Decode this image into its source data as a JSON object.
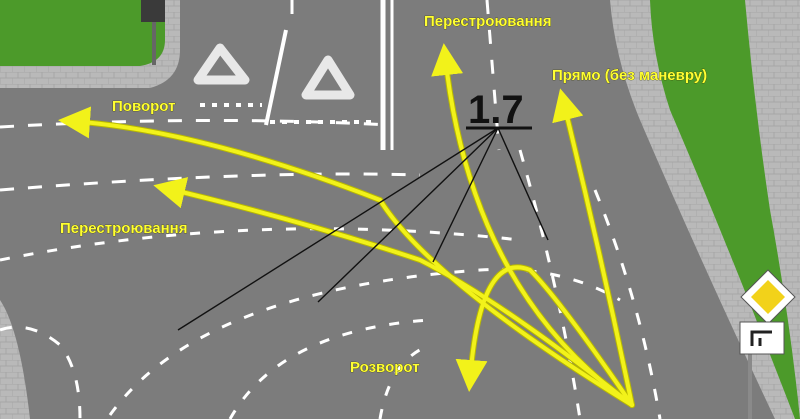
{
  "labels": {
    "lane_change_top": "Перестроювання",
    "straight": "Прямо (без маневру)",
    "turn": "Поворот",
    "lane_change_left": "Перестроювання",
    "u_turn": "Розворот",
    "marking": "1.7"
  },
  "colors": {
    "asphalt": "#7c7c7c",
    "grass": "#4c9a2a",
    "sidewalk": "#b9b9b9",
    "arrow": "#f2f21a",
    "arrow_outline": "#b8b800",
    "pointer": "#111111",
    "marking": "#ffffff"
  },
  "icons": {
    "yield_marking": "yield-triangle-icon",
    "priority_road_sign": "priority-road-sign-icon",
    "direction_sign": "main-road-direction-sign-icon"
  }
}
